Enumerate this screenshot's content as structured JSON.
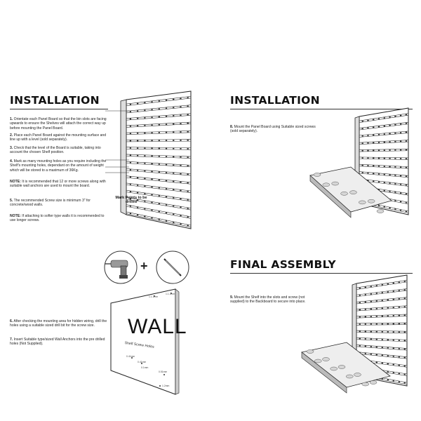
{
  "installation_1": {
    "heading": "INSTALLATION",
    "steps": [
      {
        "num": "1.",
        "text": "Orientate each Panel Board so that the bin slots are facing upwards to ensure the Shelves will attach the correct way up before mounting the Panel Board."
      },
      {
        "num": "2.",
        "text": "Place each Panel Board against the mounting surface and line up with a level (sold separately)."
      },
      {
        "num": "3.",
        "text": "Check that the level of the Board is suitable, taking into account the chosen Shelf position."
      },
      {
        "num": "4.",
        "text": "Mark as many mounting holes as you require including the Shelf's mounting holes, dependant on the amount of weight which will be stored to a maximum of 36Kg."
      },
      {
        "num": "NOTE:",
        "text": "It is recommended that 12 or more screws along with suitable wall anchors are used to mount the board."
      },
      {
        "num": "5.",
        "text": "The recommended Screw size is minimum 3\" for concrete/wood walls."
      },
      {
        "num": "NOTE:",
        "text": "If attaching to softer type walls it is recommended to use longer screws."
      }
    ],
    "caption": "Mark Points to be drilled"
  },
  "installation_2": {
    "heading": "INSTALLATION",
    "steps": [
      {
        "num": "8.",
        "text": "Mount the Panel Board using Suitable sized screws (sold separately)."
      }
    ]
  },
  "wall_panel": {
    "plus": "+",
    "wall_word": "WALL",
    "wall_sub": "Shelf Screw Holes",
    "dims": [
      "1.1 2mm",
      "1.1 2mm",
      "0.41mm",
      "0.41mm",
      "0.51mm",
      "1.2mm",
      "0.1mm"
    ],
    "steps": [
      {
        "num": "6.",
        "text": "After checking the mounting area for hidden wiring, drill the holes using a suitable sized drill bit for the screw size."
      },
      {
        "num": "7.",
        "text": "Insert Suitable type/sized Wall Anchors into the pre drilled holes (Not Supplied)."
      }
    ]
  },
  "final_assembly": {
    "heading": "FINAL ASSEMBLY",
    "steps": [
      {
        "num": "9.",
        "text": "Mount the Shelf into the slots and screw (not supplied) to the Backboard to secure into place."
      }
    ]
  }
}
